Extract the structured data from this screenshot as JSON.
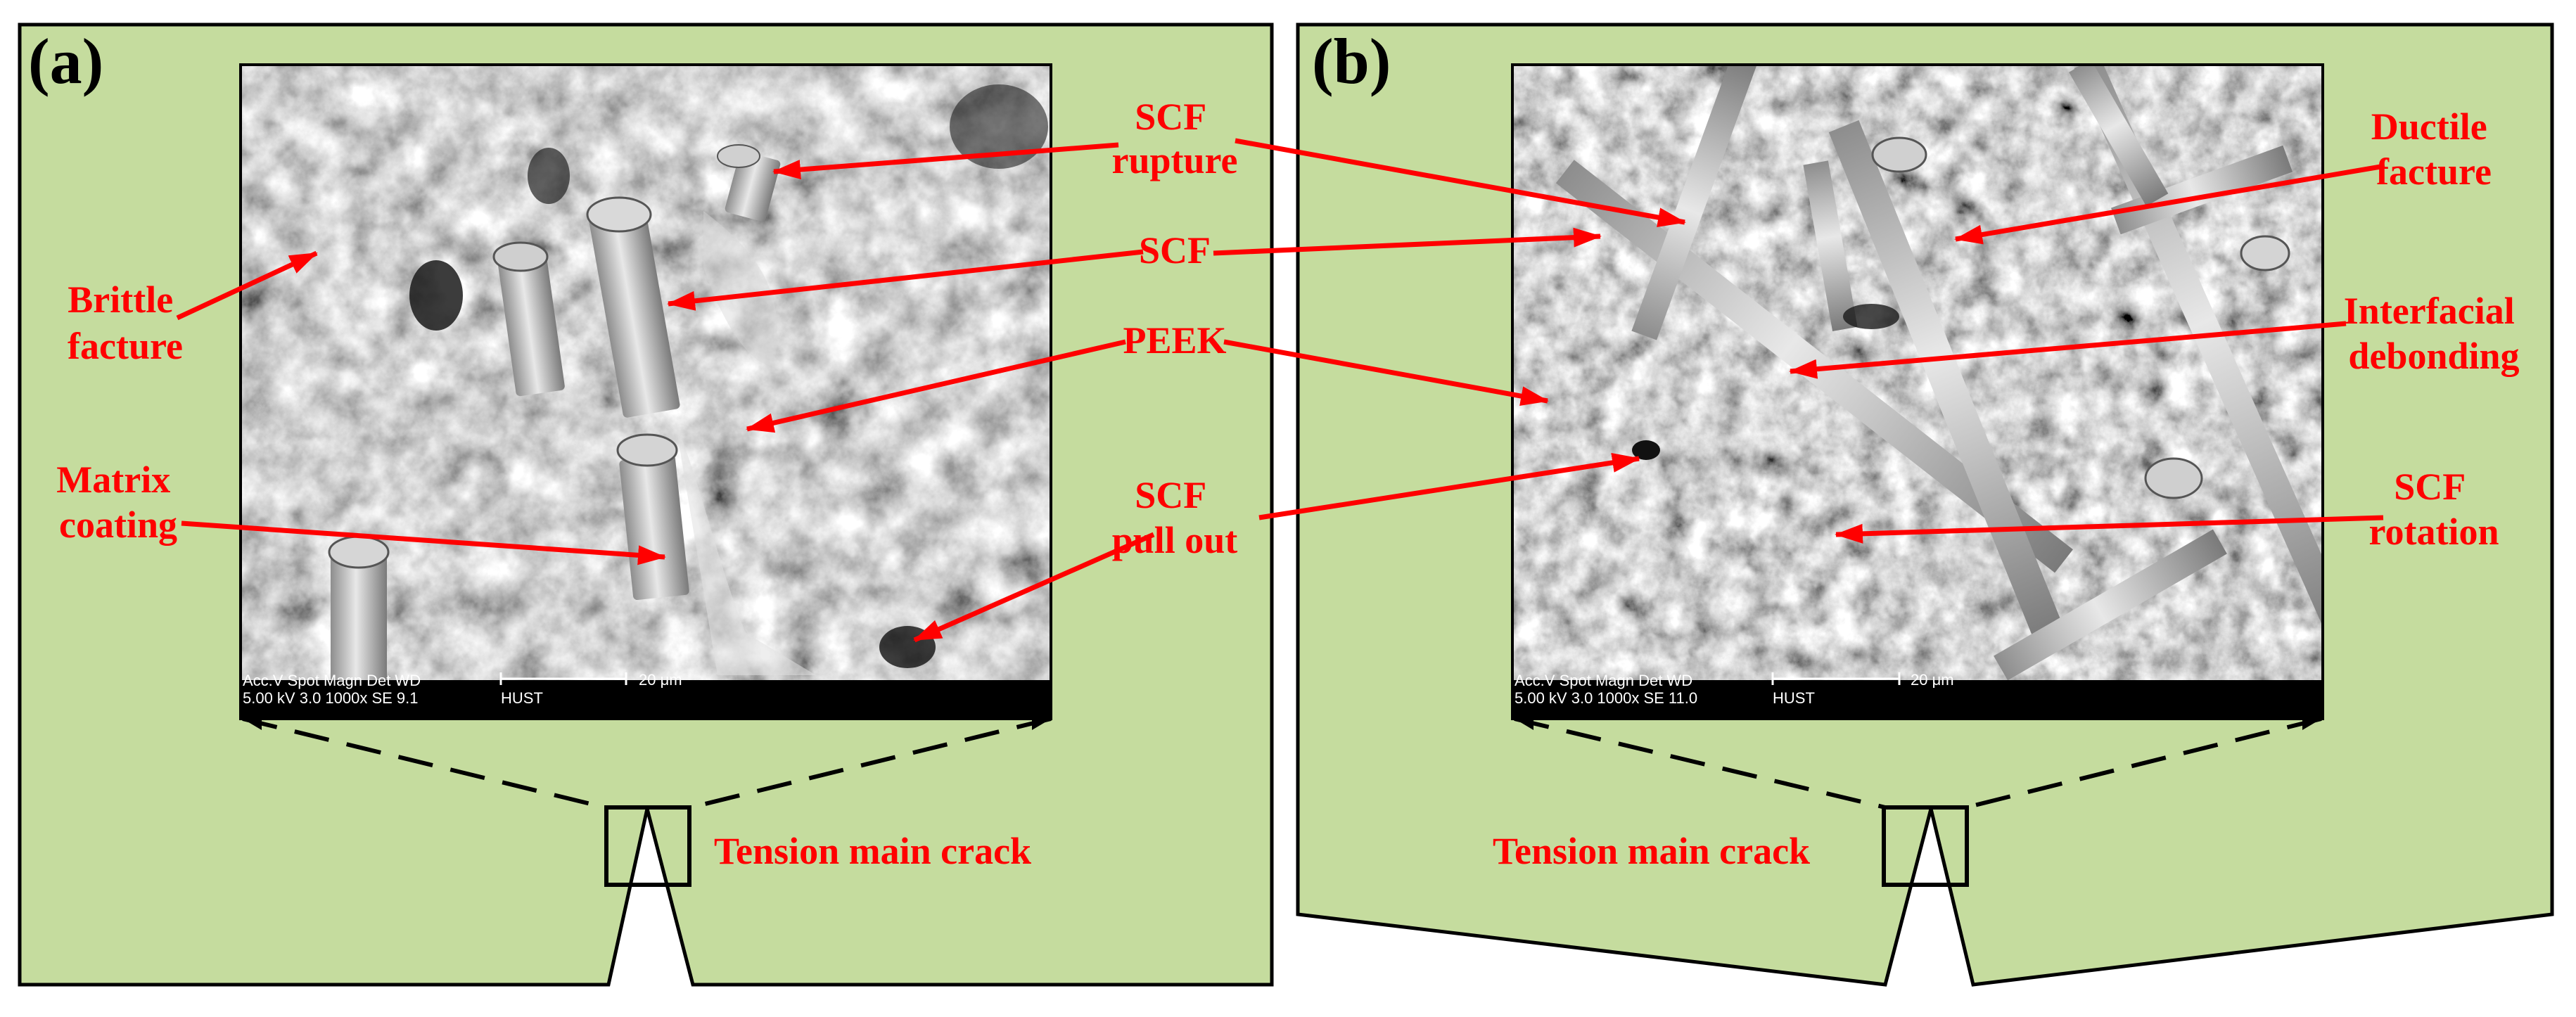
{
  "panels": [
    {
      "id": "a",
      "label": "(a)",
      "scale_bar": "20 μm",
      "sem_info_header": "Acc.V   Spot  Magn   Det  WD",
      "sem_info_values": "5.00 kV  3.0   1000x  SE   9.1",
      "sem_info_lab": "HUST",
      "crack_label": "Tension main crack",
      "labels": {
        "scf_rupture": [
          "SCF",
          "rupture"
        ],
        "scf": "SCF",
        "peek": "PEEK",
        "scf_pull_out": [
          "SCF",
          "pull out"
        ],
        "brittle_facture": [
          "Brittle",
          "facture"
        ],
        "matrix_coating": [
          "Matrix",
          "coating"
        ]
      }
    },
    {
      "id": "b",
      "label": "(b)",
      "scale_bar": "20 μm",
      "sem_info_header": "Acc.V   Spot  Magn   Det  WD",
      "sem_info_values": "5.00 kV  3.0   1000x  SE   11.0",
      "sem_info_lab": "HUST",
      "crack_label": "Tension main crack",
      "labels": {
        "ductile_facture": [
          "Ductile",
          "facture"
        ],
        "interfacial_debonding": [
          "Interfacial",
          "debonding"
        ],
        "scf_rotation": [
          "SCF",
          "rotation"
        ]
      }
    }
  ],
  "colors": {
    "specimen_fill": "#c5dc9e",
    "annotation": "#ff0000",
    "sem_background": "#6e6e6e",
    "outline": "#000000"
  }
}
